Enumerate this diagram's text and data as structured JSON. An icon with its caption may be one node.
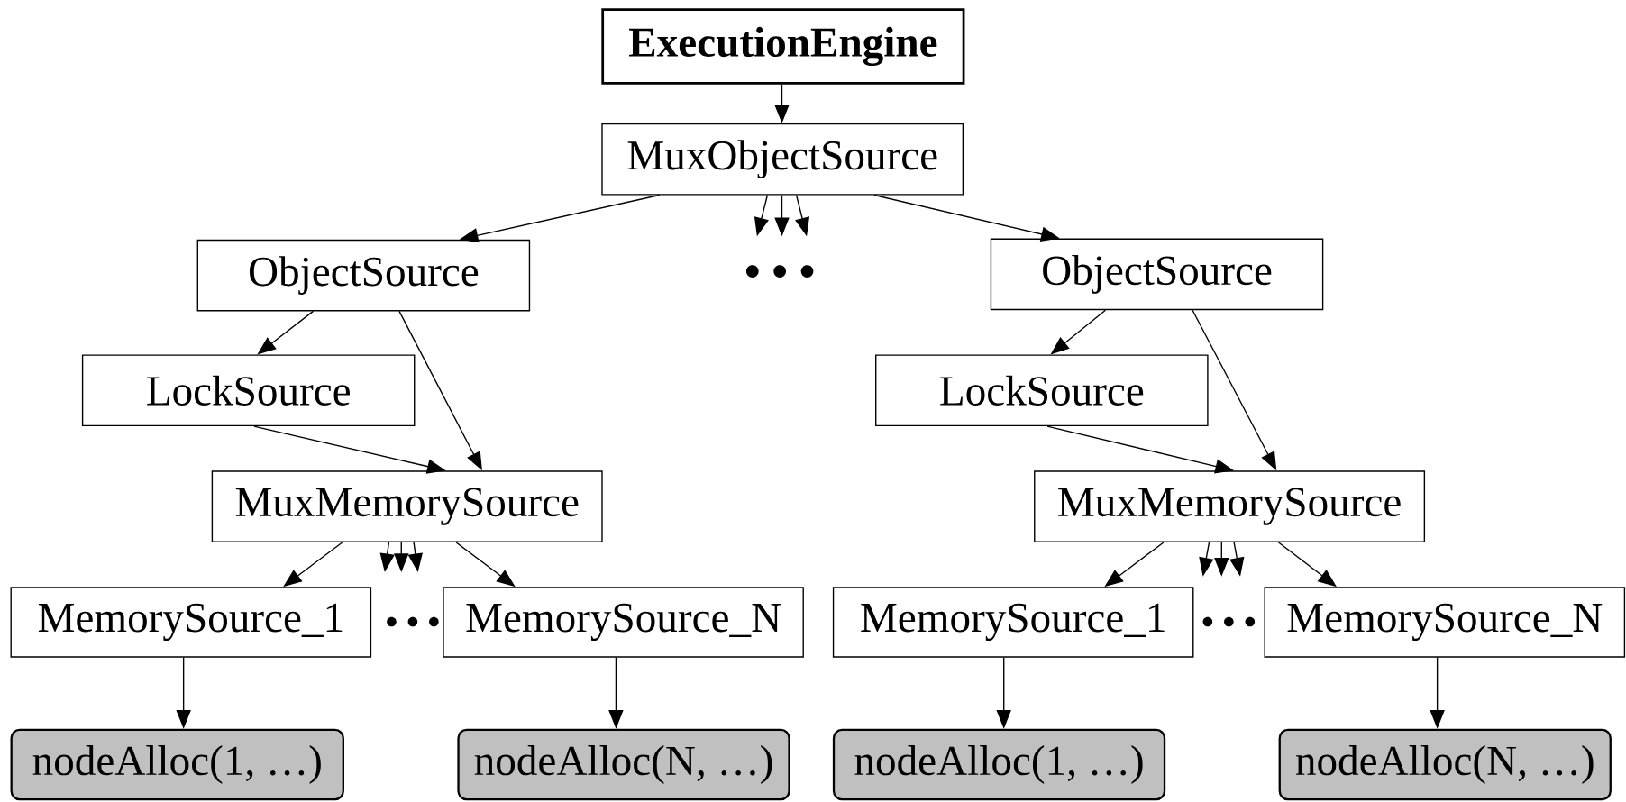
{
  "diagram": {
    "nodes": [
      {
        "text": [
          "ExecutionEngine"
        ]
      },
      {
        "text": [
          "MuxObjectSource"
        ]
      },
      {
        "text": [
          "ObjectSource"
        ]
      },
      {
        "text": [
          "ObjectSource"
        ]
      },
      {
        "text": [
          "LockSource"
        ]
      },
      {
        "text": [
          "LockSource"
        ]
      },
      {
        "text": [
          "MuxMemorySource"
        ]
      },
      {
        "text": [
          "MuxMemorySource"
        ]
      },
      {
        "text": [
          "MemorySource_1"
        ]
      },
      {
        "text": [
          "MemorySource_N"
        ]
      },
      {
        "text": [
          "MemorySource_1"
        ]
      },
      {
        "text": [
          "MemorySource_N"
        ]
      },
      {
        "text": [
          "nodeAlloc(1, …)"
        ]
      },
      {
        "text": [
          "nodeAlloc(N, …)"
        ]
      },
      {
        "text": [
          "nodeAlloc(1, …)"
        ]
      },
      {
        "text": [
          "nodeAlloc(N, …)"
        ]
      }
    ],
    "edges": [
      {
        "from": 0,
        "to": 1,
        "arrow": "to"
      },
      {
        "from": 1,
        "to": 2,
        "arrow": "to"
      },
      {
        "from": 1,
        "to": 3,
        "arrow": "to"
      },
      {
        "from": 1,
        "to": null,
        "arrow": "to"
      },
      {
        "from": 1,
        "to": null,
        "arrow": "to"
      },
      {
        "from": 1,
        "to": null,
        "arrow": "to"
      },
      {
        "from": 2,
        "to": 4,
        "arrow": "to"
      },
      {
        "from": 2,
        "to": 6,
        "arrow": "to"
      },
      {
        "from": 4,
        "to": 6,
        "arrow": "to"
      },
      {
        "from": 3,
        "to": 5,
        "arrow": "to"
      },
      {
        "from": 3,
        "to": 7,
        "arrow": "to"
      },
      {
        "from": 5,
        "to": 7,
        "arrow": "to"
      },
      {
        "from": 6,
        "to": 8,
        "arrow": "to"
      },
      {
        "from": 6,
        "to": 9,
        "arrow": "to"
      },
      {
        "from": 6,
        "to": null,
        "arrow": "to"
      },
      {
        "from": 6,
        "to": null,
        "arrow": "to"
      },
      {
        "from": 6,
        "to": null,
        "arrow": "to"
      },
      {
        "from": 7,
        "to": 10,
        "arrow": "to"
      },
      {
        "from": 7,
        "to": 11,
        "arrow": "to"
      },
      {
        "from": 7,
        "to": null,
        "arrow": "to"
      },
      {
        "from": 7,
        "to": null,
        "arrow": "to"
      },
      {
        "from": 7,
        "to": null,
        "arrow": "to"
      },
      {
        "from": 8,
        "to": 12,
        "arrow": "to"
      },
      {
        "from": 9,
        "to": 13,
        "arrow": "to"
      },
      {
        "from": 10,
        "to": 14,
        "arrow": "to"
      },
      {
        "from": 11,
        "to": 15,
        "arrow": "to"
      }
    ],
    "labels": [
      "• • •",
      "• • •",
      "• • •"
    ]
  }
}
